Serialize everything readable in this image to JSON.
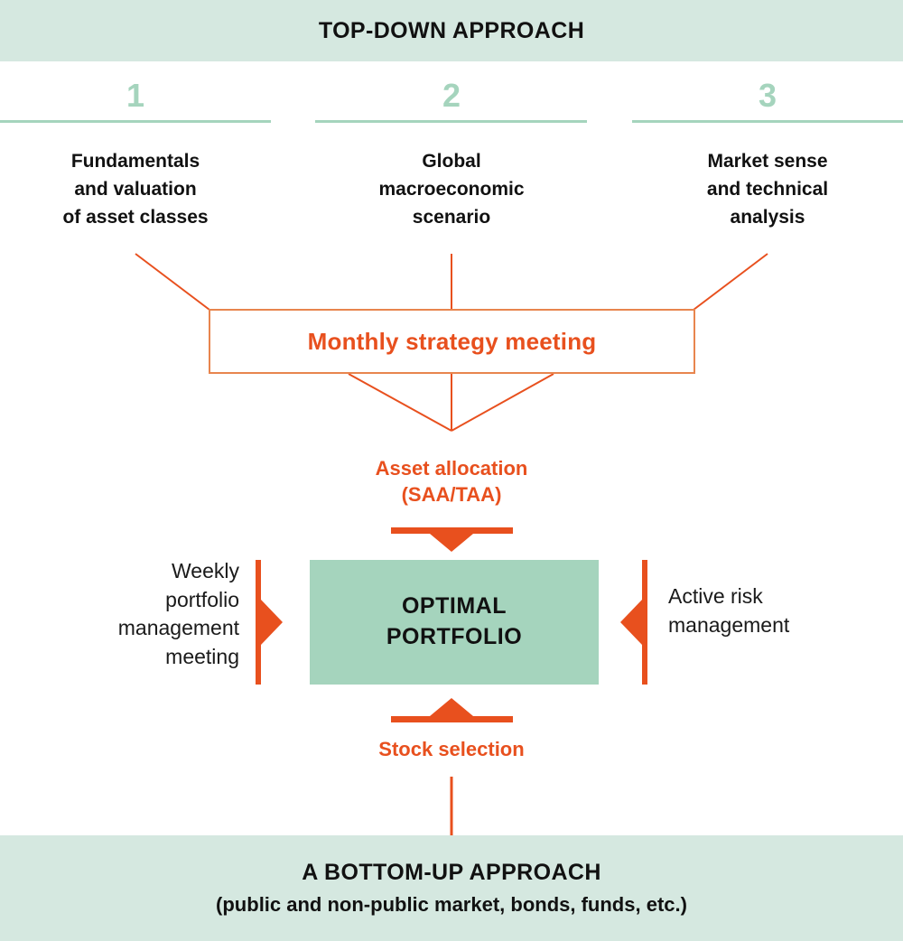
{
  "colors": {
    "banner_bg": "#d5e8e0",
    "mint_accent": "#a5d4bd",
    "orange_accent": "#e8501e",
    "orange_box_border": "#e8854e",
    "text_dark": "#111111",
    "page_bg": "#ffffff"
  },
  "top_banner": {
    "title": "TOP-DOWN APPROACH"
  },
  "columns": [
    {
      "number": "1",
      "label": "Fundamentals\nand valuation\nof asset classes"
    },
    {
      "number": "2",
      "label": "Global\nmacroeconomic\nscenario"
    },
    {
      "number": "3",
      "label": "Market sense\nand technical\nanalysis"
    }
  ],
  "meeting_box": {
    "label": "Monthly strategy meeting"
  },
  "asset_allocation": {
    "label": "Asset allocation\n(SAA/TAA)"
  },
  "portfolio": {
    "label": "OPTIMAL\nPORTFOLIO",
    "left_note": "Weekly\nportfolio\nmanagement\nmeeting",
    "right_note": "Active risk\nmanagement"
  },
  "stock_selection": {
    "label": "Stock selection"
  },
  "bottom_banner": {
    "title": "A BOTTOM-UP APPROACH",
    "subtitle": "(public and non-public market, bonds, funds, etc.)"
  },
  "icons": {
    "down_arrow": "down-arrow-icon",
    "up_arrow": "up-arrow-icon",
    "right_arrow": "right-arrow-icon",
    "left_arrow": "left-arrow-icon"
  }
}
